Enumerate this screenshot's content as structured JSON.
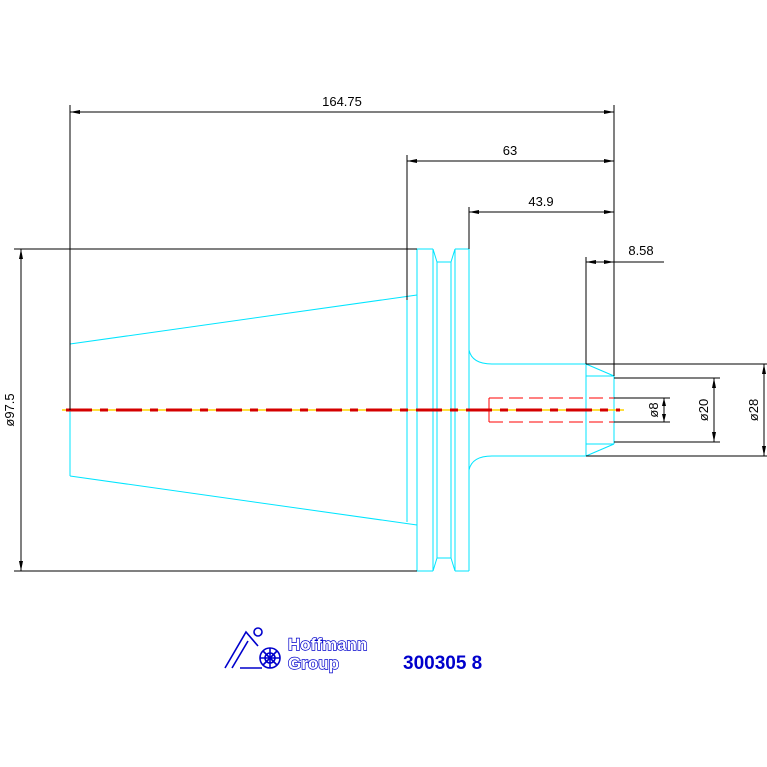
{
  "dimensions": {
    "overall_length": "164.75",
    "length_63": "63",
    "length_43_9": "43.9",
    "length_8_58": "8.58",
    "dia_97_5": "ø97.5",
    "dia_8": "ø8",
    "dia_20": "ø20",
    "dia_28": "ø28"
  },
  "logo": {
    "line1": "Hoffmann",
    "line2": "Group"
  },
  "part_number": "300305 8",
  "colors": {
    "outline": "#00e5ff",
    "dimension": "#000000",
    "centerline_red": "#d40000",
    "centerline_yellow": "#ffd400",
    "hidden": "#ff0000",
    "brand": "#0000cc"
  }
}
